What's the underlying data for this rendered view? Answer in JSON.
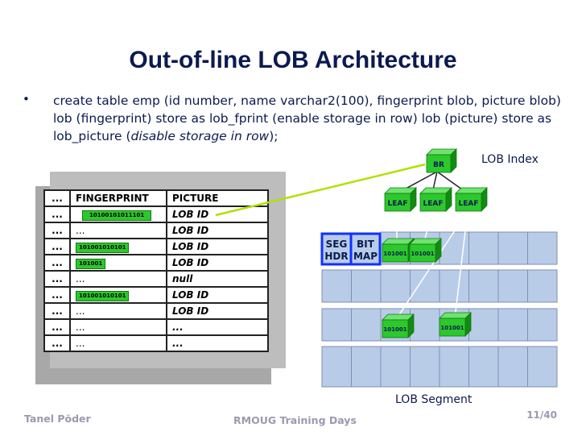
{
  "slide": {
    "title": "Out-of-line LOB Architecture",
    "bullet_marker": "•",
    "body_part1": "create table emp (id number, name varchar2(100), fingerprint blob, picture blob) lob (fingerprint) store as lob_fprint (enable storage in row) lob (picture) store as lob_picture (",
    "body_italic": "disable storage in row",
    "body_part2": ");",
    "lob_index_label": "LOB Index",
    "lob_segment_label": "LOB Segment",
    "footer_left": "Tanel Põder",
    "footer_center": "RMOUG Training Days",
    "page_number": "11/40"
  },
  "table": {
    "headers": [
      "...",
      "FINGERPRINT",
      "PICTURE"
    ],
    "rows": [
      {
        "c1": "...",
        "c2": "10100101011101",
        "c2_bits": true,
        "c3": "LOB ID"
      },
      {
        "c1": "...",
        "c2": "...",
        "c2_bits": false,
        "c3": "LOB ID"
      },
      {
        "c1": "...",
        "c2": "101001010101",
        "c2_bits": true,
        "c3": "LOB ID"
      },
      {
        "c1": "...",
        "c2": "101001",
        "c2_bits": true,
        "c3": "LOB ID"
      },
      {
        "c1": "...",
        "c2": "...",
        "c2_bits": false,
        "c3": "null"
      },
      {
        "c1": "...",
        "c2": "101001010101",
        "c2_bits": true,
        "c3": "LOB ID"
      },
      {
        "c1": "...",
        "c2": "...",
        "c2_bits": false,
        "c3": "LOB ID"
      },
      {
        "c1": "...",
        "c2": "...",
        "c2_bits": false,
        "c3": "..."
      },
      {
        "c1": "...",
        "c2": "...",
        "c2_bits": false,
        "c3": "..."
      }
    ]
  },
  "index_tree": {
    "root": "BR",
    "leaves": [
      "LEAF",
      "LEAF",
      "LEAF"
    ]
  },
  "segment": {
    "seg_hdr": [
      "SEG",
      "HDR"
    ],
    "bitmap": [
      "BIT",
      "MAP"
    ],
    "chunks": [
      "101001",
      "101001",
      "101001",
      "101001"
    ]
  },
  "colors": {
    "title": "#0b1a50",
    "block_green": "#2cc82c",
    "grid_fill": "#b8cce8",
    "grid_line": "#7f8fb0",
    "link_line": "#b0e000"
  }
}
